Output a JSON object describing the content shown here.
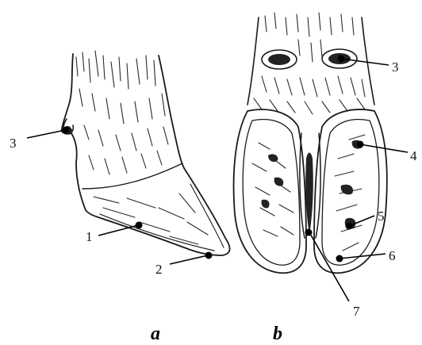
{
  "panels": {
    "a": {
      "label": "a"
    },
    "b": {
      "label": "b"
    }
  },
  "callouts": {
    "c1": "1",
    "c2": "2",
    "c3a": "3",
    "c3b": "3",
    "c4": "4",
    "c5": "5",
    "c6": "6",
    "c7": "7"
  },
  "colors": {
    "ink": "#000000",
    "background": "#ffffff"
  }
}
